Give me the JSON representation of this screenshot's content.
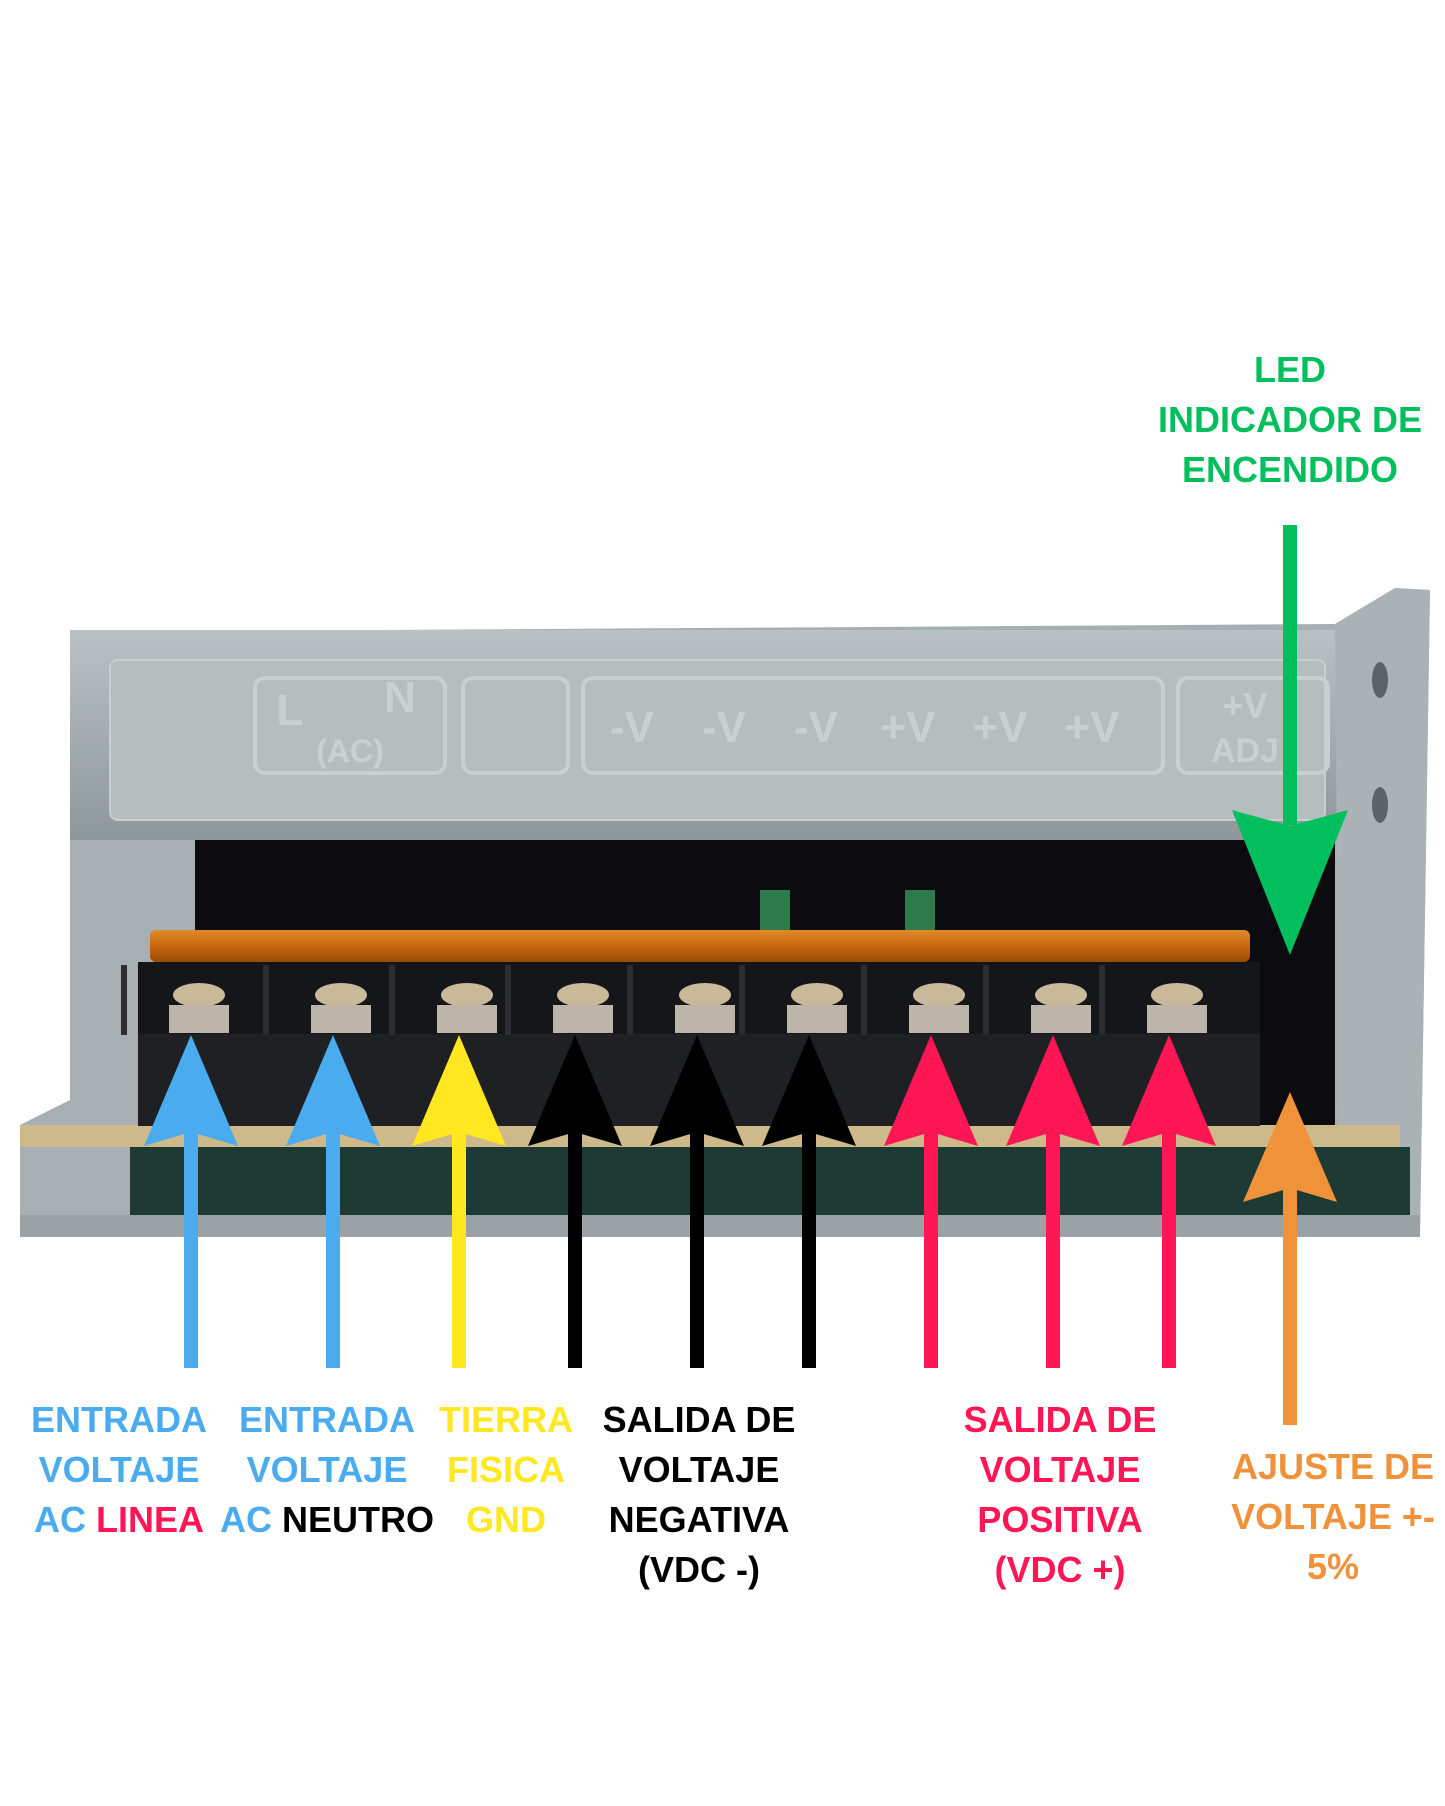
{
  "colors": {
    "blue": "#4aacee",
    "red": "#ff1654",
    "yellow": "#ffe81f",
    "black": "#000000",
    "green": "#00bf5c",
    "orange": "#f0923a"
  },
  "led_label": {
    "lines": [
      "LED",
      "INDICADOR DE",
      "ENCENDIDO"
    ]
  },
  "case_markings": [
    "L",
    "N",
    "(AC)",
    "-V",
    "-V",
    "-V",
    "+V",
    "+V",
    "+V",
    "+V",
    "ADJ"
  ],
  "labels": {
    "linea": {
      "l1": "ENTRADA",
      "l2": "VOLTAJE",
      "l3a": "AC",
      "l3b": "LINEA"
    },
    "neutro": {
      "l1": "ENTRADA",
      "l2": "VOLTAJE",
      "l3a": "AC",
      "l3b": "NEUTRO"
    },
    "tierra": {
      "l1": "TIERRA",
      "l2": "FISICA",
      "l3": "GND"
    },
    "negativa": {
      "l1": "SALIDA DE",
      "l2": "VOLTAJE",
      "l3": "NEGATIVA",
      "l4": "(VDC -)"
    },
    "positiva": {
      "l1": "SALIDA DE",
      "l2": "VOLTAJE",
      "l3": "POSITIVA",
      "l4": "(VDC +)"
    },
    "ajuste": {
      "l1": "AJUSTE DE",
      "l2": "VOLTAJE +-",
      "l3": "5%"
    }
  },
  "terminals": [
    {
      "name": "linea",
      "color": "#4aacee"
    },
    {
      "name": "neutro",
      "color": "#4aacee"
    },
    {
      "name": "tierra",
      "color": "#ffe81f"
    },
    {
      "name": "vdc-neg-1",
      "color": "#000000"
    },
    {
      "name": "vdc-neg-2",
      "color": "#000000"
    },
    {
      "name": "vdc-neg-3",
      "color": "#000000"
    },
    {
      "name": "vdc-pos-1",
      "color": "#ff1654"
    },
    {
      "name": "vdc-pos-2",
      "color": "#ff1654"
    },
    {
      "name": "vdc-pos-3",
      "color": "#ff1654"
    }
  ]
}
